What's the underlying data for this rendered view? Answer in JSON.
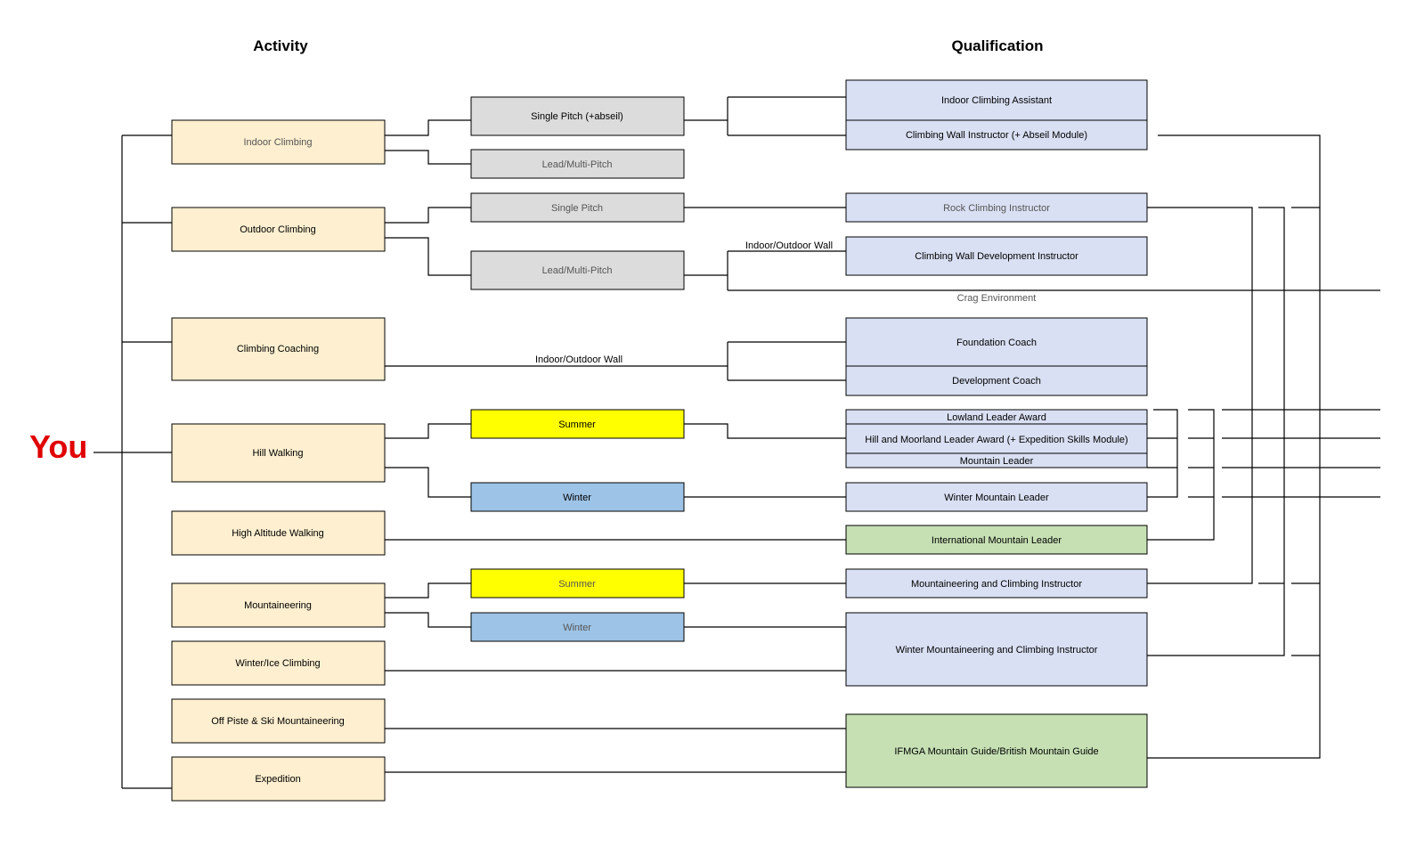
{
  "headers": {
    "activity": "Activity",
    "qualification": "Qualification"
  },
  "you_label": "You",
  "colors": {
    "activity": "#fdefcf",
    "pitch": "#dcdcdc",
    "summer": "#ffff00",
    "winter": "#9dc3e6",
    "qual": "#d9e0f3",
    "qual_green": "#c6e0b4",
    "you": "#e00000"
  },
  "activities": [
    "Indoor Climbing",
    "Outdoor Climbing",
    "Climbing Coaching",
    "Hill Walking",
    "High Altitude Walking",
    "Mountaineering",
    "Winter/Ice Climbing",
    "Off Piste & Ski Mountaineering",
    "Expedition"
  ],
  "middle": [
    "Single Pitch (+abseil)",
    "Lead/Multi-Pitch",
    "Single Pitch",
    "Lead/Multi-Pitch",
    "Summer",
    "Winter",
    "Summer",
    "Winter"
  ],
  "qualifications": [
    "Indoor Climbing Assistant",
    "Climbing Wall Instructor (+ Abseil Module)",
    "Rock Climbing Instructor",
    "Climbing Wall Development Instructor",
    "Foundation Coach",
    "Development Coach",
    "Lowland Leader Award",
    "Hill and Moorland Leader Award (+ Expedition Skills Module)",
    "Mountain Leader",
    "Winter Mountain Leader",
    "International Mountain Leader",
    "Mountaineering and Climbing Instructor",
    "Winter Mountaineering and Climbing Instructor",
    "IFMGA Mountain Guide/British Mountain Guide"
  ],
  "annotations": {
    "indoor_outdoor_wall_1": "Indoor/Outdoor Wall",
    "crag_environment": "Crag Environment",
    "indoor_outdoor_wall_2": "Indoor/Outdoor Wall"
  }
}
